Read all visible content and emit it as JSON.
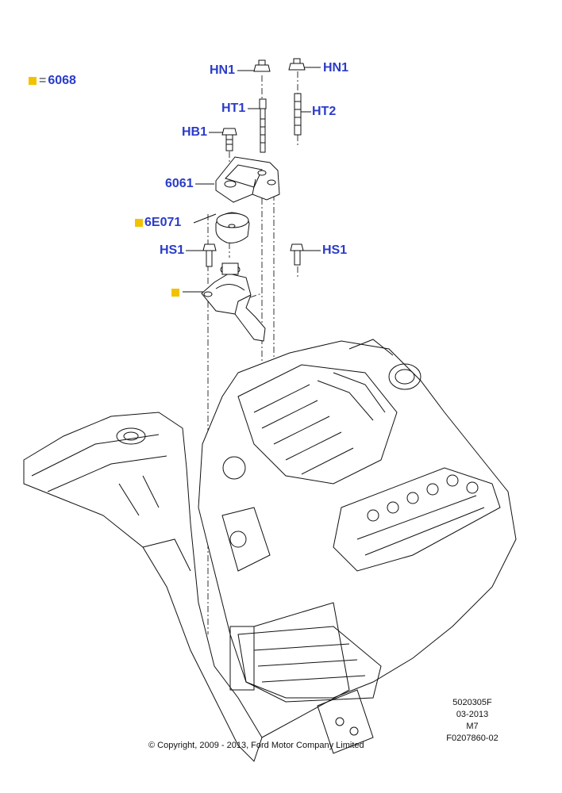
{
  "legend": {
    "marker_color": "#f2c200",
    "equals": "=",
    "code": "6068"
  },
  "callouts": {
    "hn1_left": "HN1",
    "hn1_right": "HN1",
    "ht1": "HT1",
    "ht2": "HT2",
    "hb1": "HB1",
    "bracket": "6061",
    "insulator": "6E071",
    "hs1_left": "HS1",
    "hs1_right": "HS1"
  },
  "callout_color": "#2a3cc8",
  "info_block": {
    "line1": "5020305F",
    "line2": "03-2013",
    "line3": "M7",
    "line4": "F0207860-02"
  },
  "copyright": "© Copyright, 2009 - 2013, Ford Motor Company Limited"
}
